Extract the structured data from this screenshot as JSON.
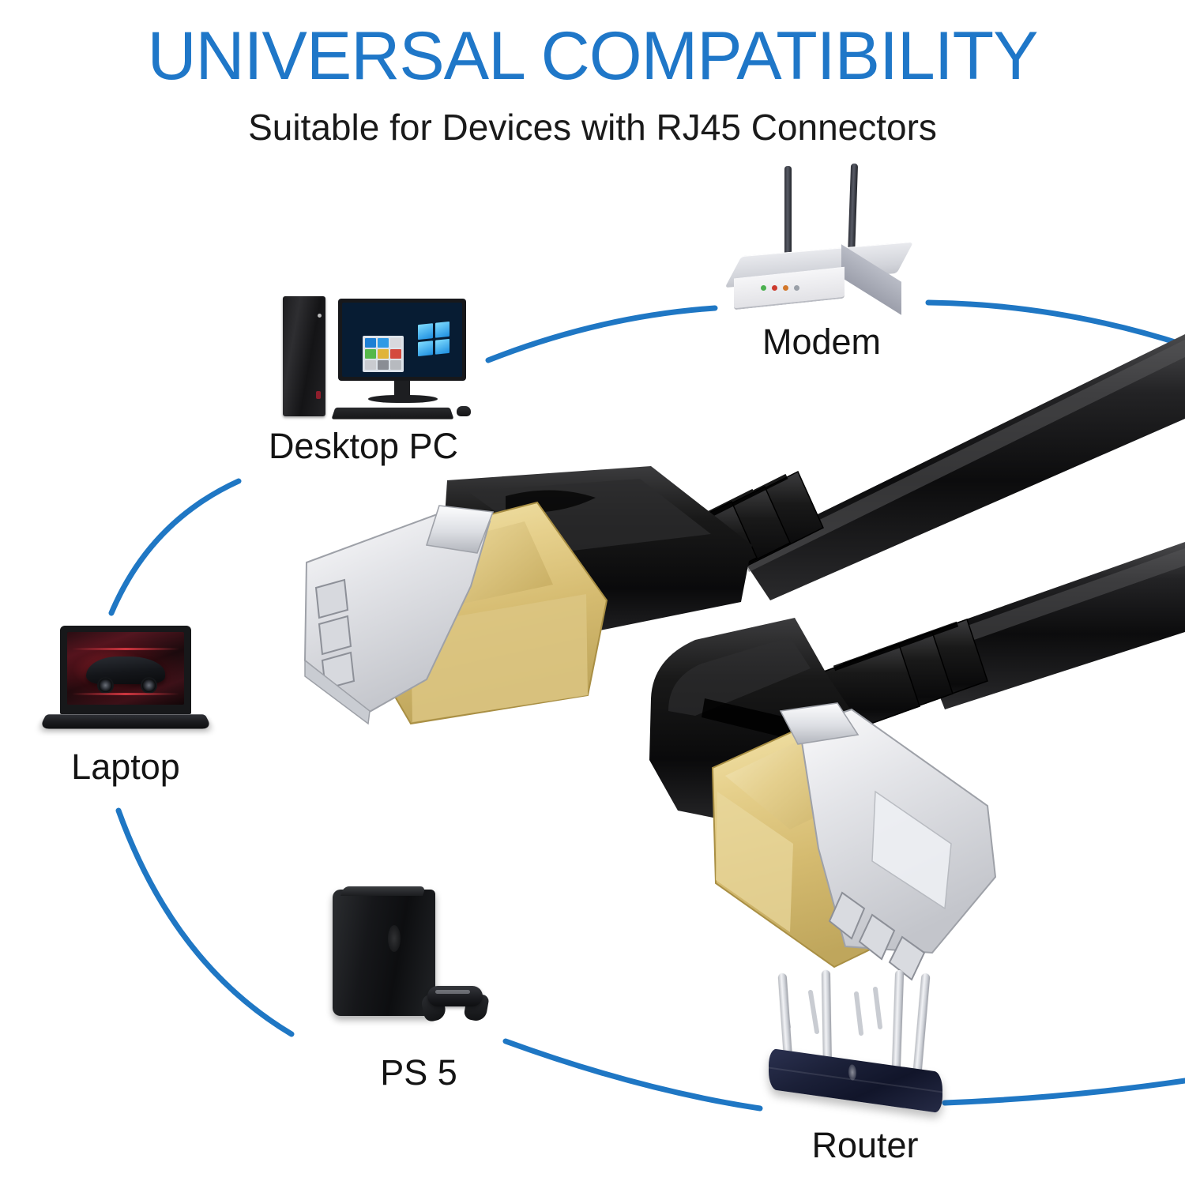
{
  "heading": {
    "title": "UNIVERSAL COMPATIBILITY",
    "subtitle": "Suitable for Devices with RJ45 Connectors",
    "title_color": "#1f77c8",
    "subtitle_color": "#1a1a1a"
  },
  "devices": [
    {
      "id": "desktop-pc",
      "label": "Desktop PC",
      "icon": "desktop-computer-icon"
    },
    {
      "id": "modem",
      "label": "Modem",
      "icon": "modem-icon"
    },
    {
      "id": "laptop",
      "label": "Laptop",
      "icon": "laptop-icon"
    },
    {
      "id": "ps5",
      "label": "PS 5",
      "icon": "game-console-icon"
    },
    {
      "id": "router",
      "label": "Router",
      "icon": "wifi-router-icon"
    }
  ],
  "diagram": {
    "connector_arc_color": "#1f77c4",
    "arc_stroke_width": 7,
    "cable_color": "#111111",
    "shield_color": "#e2cf86",
    "boot_color": "#141414"
  },
  "product": {
    "cable_type": "flat-ethernet-cable",
    "connector_left": "rj45-straight-connector",
    "connector_right": "rj45-right-angle-connector"
  }
}
